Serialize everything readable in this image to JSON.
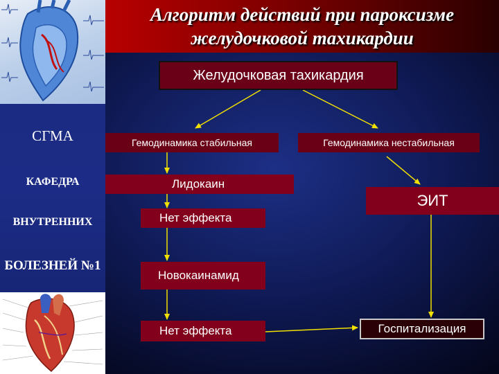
{
  "title_line1": "Алгоритм действий при пароксизме",
  "title_line2": "желудочковой тахикардии",
  "sidebar": {
    "line1": "СГМА",
    "line2": "КАФЕДРА",
    "line3": "ВНУТРЕННИХ",
    "line4": "БОЛЕЗНЕЙ №1"
  },
  "flow": {
    "top": "Желудочковая тахикардия",
    "stable": "Гемодинамика стабильная",
    "unstable": "Гемодинамика нестабильная",
    "lidocaine": "Лидокаин",
    "eit": "ЭИТ",
    "no_effect_1": "Нет эффекта",
    "novocainamide": "Новокаинамид",
    "no_effect_2": "Нет эффекта",
    "hospitalization": "Госпитализация"
  },
  "colors": {
    "accent_red": "#82001c",
    "arrow_yellow": "#f2e000",
    "header_red": "#b80000",
    "background_blue": "#1d2f86"
  }
}
